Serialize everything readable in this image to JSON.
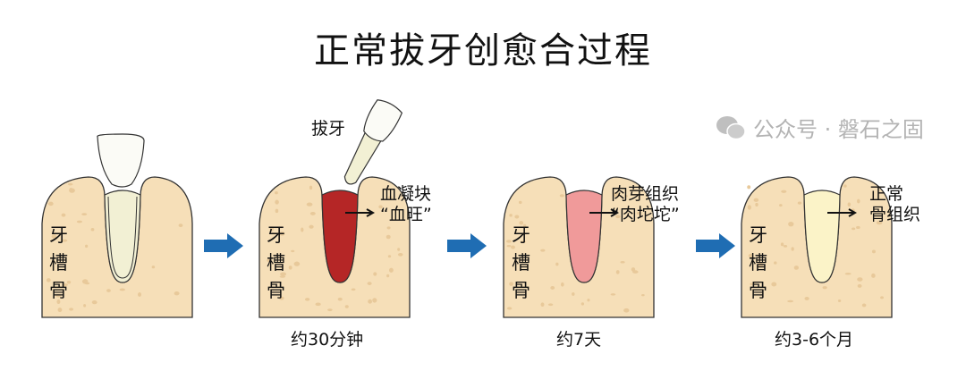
{
  "title": "正常拔牙创愈合过程",
  "bone_label": "牙槽骨",
  "panels": [
    {
      "label": "",
      "time": ""
    },
    {
      "label_top": "拔牙",
      "label_line1": "血凝块",
      "label_line2": "“血旺”",
      "time": "约30分钟"
    },
    {
      "label_line1": "肉芽组织",
      "label_line2": "“肉坨坨”",
      "time": "约7天"
    },
    {
      "label_line1": "正常",
      "label_line2": "骨组织",
      "time": "约3-6个月"
    }
  ],
  "watermark": "公众号 · 磐石之固",
  "colors": {
    "bone": "#f6dfb8",
    "speck": "#e8c99a",
    "root": "#f2f0d4",
    "crown": "#fbfbf6",
    "clot": "#b52626",
    "granulation": "#f09a9a",
    "new_bone": "#fbf3c8",
    "arrow": "#1f6db3"
  }
}
